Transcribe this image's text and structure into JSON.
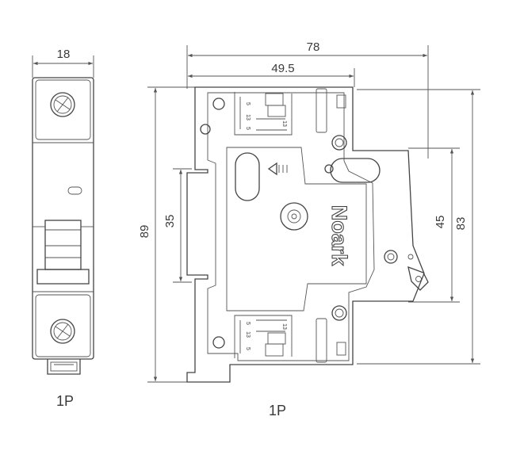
{
  "front_view": {
    "width_dim": "18",
    "caption": "1P"
  },
  "side_view": {
    "dim_overall_width": "78",
    "dim_rail_width": "49.5",
    "dim_rail_height": "35",
    "dim_total_height": "89",
    "dim_face_height": "45",
    "dim_body_height": "83",
    "brand": "Noark",
    "terminal_mark_5": "5",
    "terminal_mark_13": "13",
    "caption": "1P"
  },
  "colors": {
    "line": "#444444",
    "text": "#3a3a3a"
  }
}
